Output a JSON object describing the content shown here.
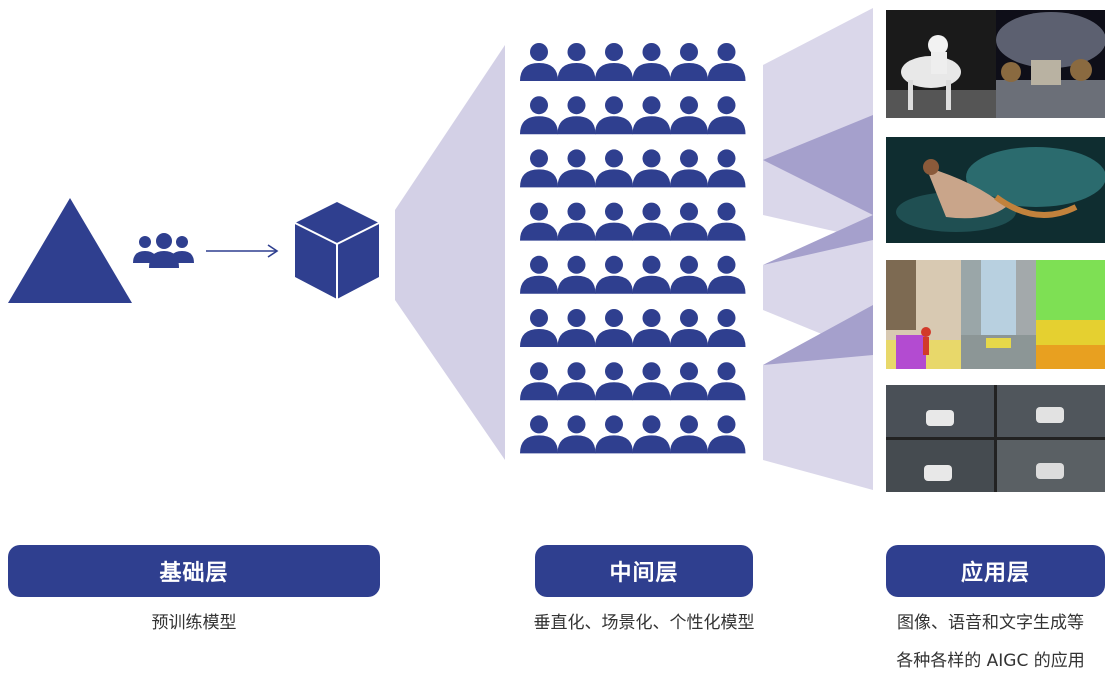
{
  "colors": {
    "primary": "#2f3f8f",
    "fan_light": "#d3d0e6",
    "fan_dark": "#a5a0cc"
  },
  "icons": {
    "pretrain": "triangle-icon",
    "users": "users-group-icon",
    "arrow": "arrow-right-icon",
    "model": "cube-icon",
    "person": "person-icon"
  },
  "grid": {
    "rows": 8,
    "cols": 6
  },
  "images": [
    {
      "name": "astronaut-horse-and-monkeys-image"
    },
    {
      "name": "underwater-mermaid-image"
    },
    {
      "name": "street-segmentation-depth-image"
    },
    {
      "name": "driving-scene-grid-image"
    }
  ],
  "layers": {
    "base": {
      "title": "基础层",
      "caption": "预训练模型"
    },
    "middle": {
      "title": "中间层",
      "caption": "垂直化、场景化、个性化模型"
    },
    "app": {
      "title": "应用层",
      "caption_lines": [
        "图像、语音和文字生成等",
        "各种各样的 AIGC 的应用"
      ]
    }
  }
}
